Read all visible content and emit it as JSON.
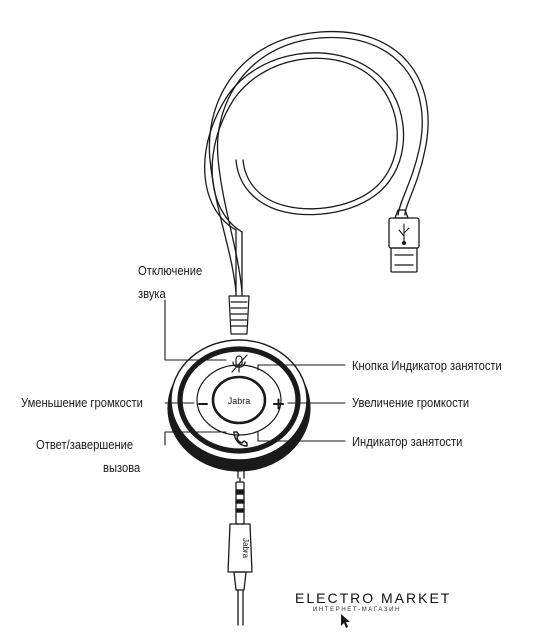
{
  "labels": {
    "mute_line1": "Отключение",
    "mute_line2": "звука",
    "busy_button": "Кнопка Индикатор занятости",
    "volume_down": "Уменьшение громкости",
    "volume_up": "Увеличение громкости",
    "answer_line1": "Ответ/завершение",
    "answer_line2": "вызова",
    "busy_indicator": "Индикатор занятости"
  },
  "device": {
    "brand_center": "Jabra",
    "brand_plug": "Jabra",
    "minus_symbol": "–",
    "plus_symbol": "+"
  },
  "watermark": {
    "title": "ELECTRO MARKET",
    "subtitle": "ИНТЕРНЕТ-МАГАЗИН"
  },
  "icons": [
    "mute-icon",
    "phone-icon",
    "usb-icon",
    "cursor-icon"
  ]
}
